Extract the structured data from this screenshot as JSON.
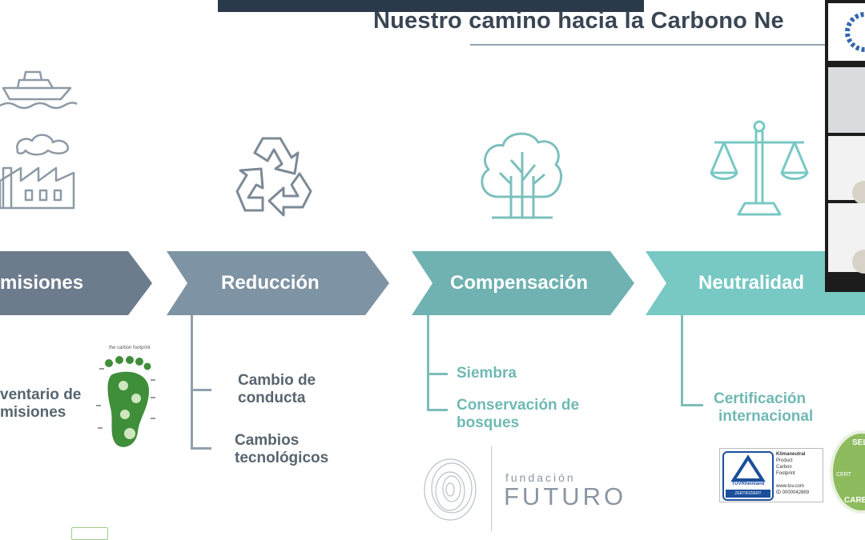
{
  "slide": {
    "title": "Nuestro camino hacia la Carbono Ne",
    "steps": [
      {
        "label": "misiones",
        "color": "#6d7c8d",
        "icon": "factory-ship-icon"
      },
      {
        "label": "Reducción",
        "color": "#7e93a3",
        "icon": "recycle-icon"
      },
      {
        "label": "Compensación",
        "color": "#6fb2b1",
        "icon": "tree-icon"
      },
      {
        "label": "Neutralidad",
        "color": "#78c8c4",
        "icon": "scale-icon"
      }
    ],
    "emisiones_items": [
      "ventario de",
      "misiones"
    ],
    "reduccion_items": [
      {
        "line1": "Cambio de",
        "line2": "conducta"
      },
      {
        "line1": "Cambios",
        "line2": "tecnológicos"
      }
    ],
    "compensacion_items": [
      {
        "line1": "Siembra",
        "line2": ""
      },
      {
        "line1": "Conservación de",
        "line2": "bosques"
      }
    ],
    "neutralidad_items": [
      {
        "line1": "Certificación",
        "line2": "internacional"
      }
    ],
    "footprint_caption": "the carbon footprint",
    "badge_tuv": {
      "brand": "TÜVRheinland",
      "sub": "ZERTIFIZIERT",
      "text1": "Klimaneutral",
      "text2": "Product",
      "text3": "Carbon",
      "text4": "Footprint",
      "url": "www.tuv.com",
      "id": "ID 0000042869"
    },
    "seal": {
      "top": "SELLO",
      "bottom": "CARBON",
      "left": "CERT"
    },
    "logo": {
      "small": "fundación",
      "big": "FUTURO"
    }
  },
  "colors": {
    "accent_teal": "#6fb9b4",
    "text_gray": "#58656f",
    "title": "#3a4654"
  }
}
